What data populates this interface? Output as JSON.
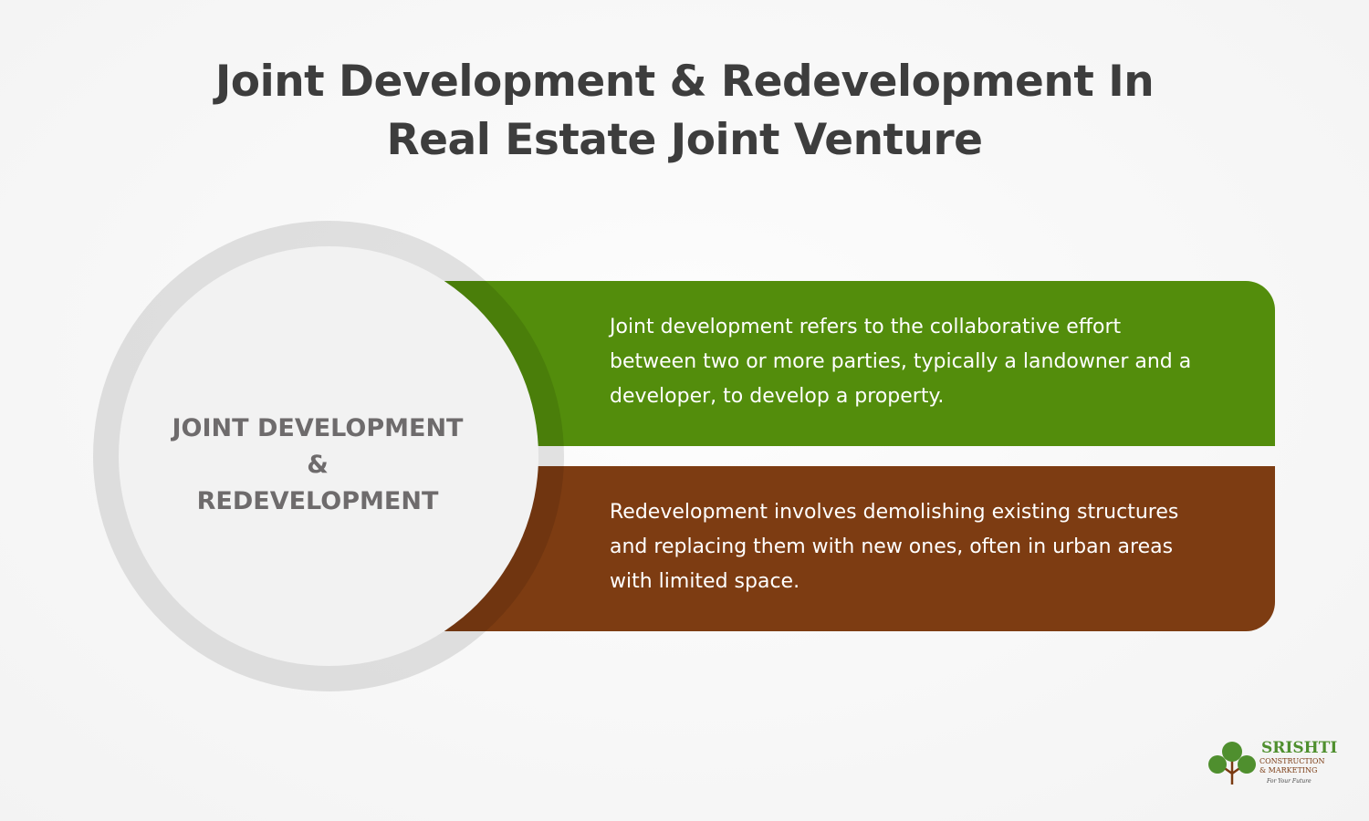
{
  "title_line1": "Joint Development & Redevelopment In",
  "title_line2": "Real Estate Joint Venture",
  "center": {
    "line1": "JOINT DEVELOPMENT",
    "line2": "&",
    "line3": "REDEVELOPMENT"
  },
  "items": [
    {
      "text": "Joint development refers to the collaborative effort between two or more parties, typically a landowner and a developer, to develop a property.",
      "color": "#538d0c"
    },
    {
      "text": "Redevelopment involves demolishing existing structures and replacing them with new ones, often in urban areas with limited space.",
      "color": "#7d3c12"
    }
  ],
  "logo": {
    "name": "SRISHTI",
    "line2": "CONSTRUCTION",
    "line3": "& MARKETING",
    "tagline": "For Your Future",
    "icon": "tree-icon"
  }
}
